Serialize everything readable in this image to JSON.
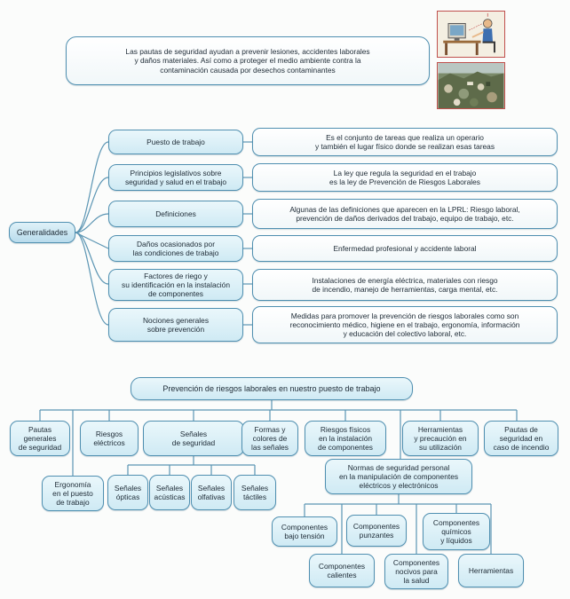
{
  "intro": "Las pautas de seguridad ayudan a prevenir lesiones, accidentes laborales\ny daños materiales. Así como a  proteger el medio ambiente contra la\ncontaminación causada por desechos contaminantes",
  "photos": [
    {
      "name": "office-worker-photo",
      "description_icon": "computer-workstation-illustration"
    },
    {
      "name": "waste-pile-photo",
      "description_icon": "waste-dump-photo"
    }
  ],
  "generalidades": {
    "root": "Generalidades",
    "topics": [
      {
        "label": "Puesto de trabajo",
        "detail": "Es el conjunto de tareas que realiza un operario\ny también el lugar físico donde se realizan esas tareas"
      },
      {
        "label": "Principios legislativos sobre\nseguridad y salud en el trabajo",
        "detail": "La ley que regula la seguridad en el trabajo\nes la ley de Prevención de Riesgos Laborales"
      },
      {
        "label": "Definiciones",
        "detail": "Algunas de las definiciones que aparecen en la LPRL: Riesgo laboral,\nprevención de daños derivados del trabajo, equipo de trabajo, etc."
      },
      {
        "label": "Daños ocasionados por\nlas condiciones de trabajo",
        "detail": "Enfermedad profesional y accidente laboral"
      },
      {
        "label": "Factores de riego y\nsu identificación en la instalación\nde componentes",
        "detail": "Instalaciones de energía eléctrica, materiales con riesgo\nde incendio, manejo de herramientas, carga mental, etc."
      },
      {
        "label": "Nociones generales\nsobre prevención",
        "detail": "Medidas para promover la prevención de riesgos laborales como son\nreconocimiento médico, higiene en el trabajo, ergonomía, información\ny educación del colectivo laboral, etc."
      }
    ]
  },
  "prevencion": {
    "title": "Prevención de riesgos laborales en nuestro puesto de trabajo",
    "branches": [
      "Pautas\ngenerales\nde seguridad",
      "Riesgos\neléctricos",
      "Señales\nde seguridad",
      "Formas y\ncolores de\nlas señales",
      "Riesgos físicos\nen la instalación\nde componentes",
      "Herramientas\ny precaución en\nsu utilización",
      "Pautas de\nseguridad en\ncaso de incendio"
    ],
    "ergonomia": "Ergonomía\nen el puesto\nde trabajo",
    "senales": [
      "Señales\nópticas",
      "Señales\nacústicas",
      "Señales\nolfativas",
      "Señales\ntáctiles"
    ],
    "normas": "Normas de seguridad personal\nen la manipulación de componentes\neléctricos y electrónicos",
    "normas_items": [
      "Componentes\nbajo tensión",
      "Componentes\npunzantes",
      "Componentes\nquímicos\ny líquidos",
      "Componentes\ncalientes",
      "Componentes\nnocivos para\nla salud",
      "Herramientas"
    ]
  }
}
